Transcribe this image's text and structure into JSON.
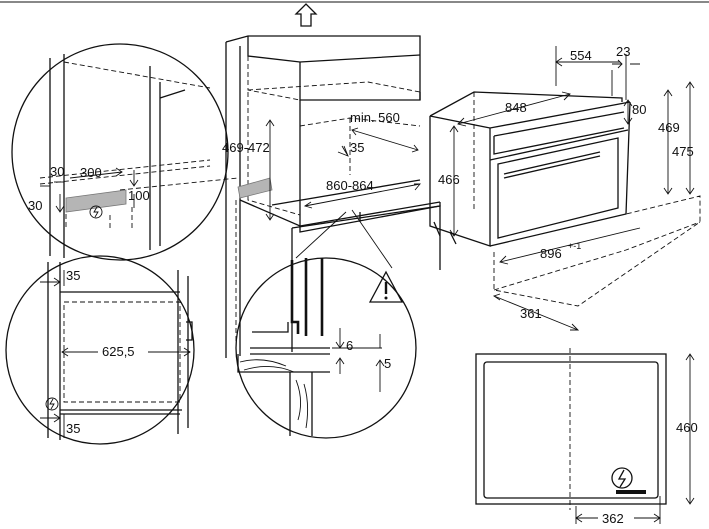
{
  "dimensions": {
    "niche_height": "469-472",
    "niche_depth_min": "min. 560",
    "niche_offset": "35",
    "niche_width": "860-864",
    "wall_30_top": "30",
    "wall_300": "300",
    "wall_30_left": "30",
    "wall_100": "100",
    "side_35_top": "35",
    "side_625": "625,5",
    "side_35_bottom": "35",
    "gap_6": "6",
    "gap_5": "5",
    "oven_554": "554",
    "oven_23": "23",
    "oven_848": "848",
    "oven_80": "80",
    "oven_469": "469",
    "oven_475": "475",
    "oven_466": "466",
    "oven_896": "896",
    "oven_896_tol": "+-1",
    "oven_361": "361",
    "front_460": "460",
    "front_362": "362"
  },
  "icons": {
    "up_arrow": "arrow-up-icon",
    "warning": "warning-triangle-icon",
    "plug": "electrical-connection-icon"
  },
  "colors": {
    "line": "#111111",
    "outlet_fill": "#b5b5b5",
    "background": "#ffffff"
  }
}
